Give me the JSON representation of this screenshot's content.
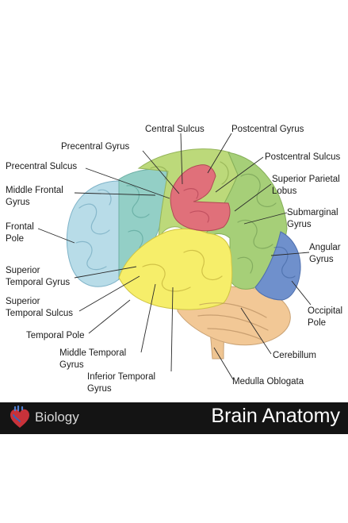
{
  "labels": {
    "central_sulcus": "Central Sulcus",
    "postcentral_gyrus": "Postcentral Gyrus",
    "precentral_gyrus": "Precentral Gyrus",
    "postcentral_sulcus": "Postcentral Sulcus",
    "precentral_sulcus": "Precentral Sulcus",
    "superior_parietal_lobus": [
      "Superior Parietal",
      "Lobus"
    ],
    "middle_frontal_gyrus": [
      "Middle Frontal",
      "Gyrus"
    ],
    "submarginal_gyrus": [
      "Submarginal",
      "Gyrus"
    ],
    "frontal_pole": [
      "Frontal",
      "Pole"
    ],
    "angular_gyrus": [
      "Angular",
      "Gyrus"
    ],
    "superior_temporal_gyrus": [
      "Superior",
      "Temporal Gyrus"
    ],
    "superior_temporal_sulcus": [
      "Superior",
      "Temporal Sulcus"
    ],
    "occipital_pole": [
      "Occipital",
      "Pole"
    ],
    "temporal_pole": "Temporal Pole",
    "cerebillum": "Cerebillum",
    "middle_temporal_gyrus": [
      "Middle Temporal",
      "Gyrus"
    ],
    "inferior_temporal_gyrus": [
      "Inferior Temporal",
      "Gyrus"
    ],
    "medulla_oblogata": "Medulla Oblogata"
  },
  "footer": {
    "subject": "Biology",
    "title": "Brain Anatomy"
  },
  "colors": {
    "frontal_pole": "#b8dce8",
    "prefrontal": "#93cfc6",
    "frontal_green": "#bcd97a",
    "motor_red": "#e0707a",
    "parietal_green": "#a6cf78",
    "temporal_yellow": "#f6ee6a",
    "occipital_blue": "#6f90cc",
    "cerebellum_tan": "#f2c896",
    "footer_bg": "#141414"
  }
}
